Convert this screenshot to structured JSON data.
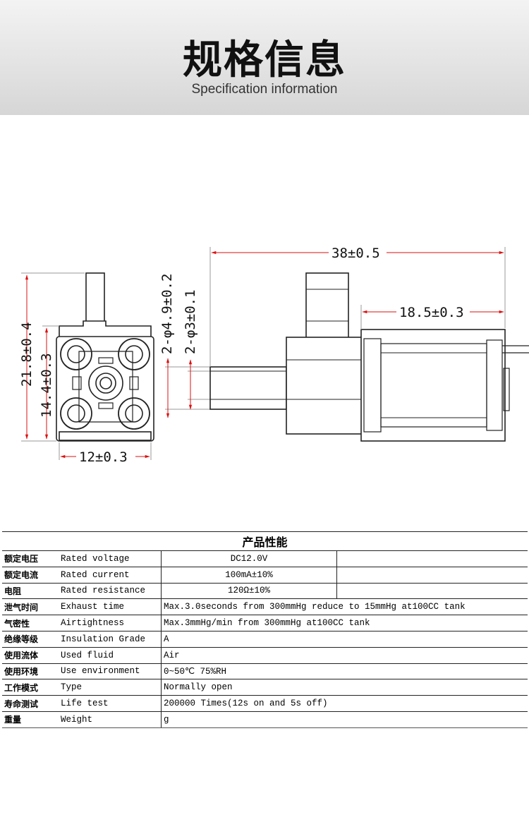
{
  "header": {
    "title": "规格信息",
    "subtitle": "Specification information"
  },
  "drawing": {
    "dim_height_total": "21.8±0.4",
    "dim_height_inner": "14.4±0.3",
    "dim_width": "12±0.3",
    "dim_port_outer": "2-φ4.9±0.2",
    "dim_port_inner": "2-φ3±0.1",
    "dim_length_total": "38±0.5",
    "dim_length_coil": "18.5±0.3"
  },
  "spec_table": {
    "title": "产品性能",
    "rows": [
      {
        "cn": "额定电压",
        "en": "Rated voltage",
        "value": "DC12.0V"
      },
      {
        "cn": "额定电流",
        "en": "Rated current",
        "value": "100mA±10%"
      },
      {
        "cn": "电阻",
        "en": "Rated resistance",
        "value": "120Ω±10%"
      },
      {
        "cn": "泄气时间",
        "en": "Exhaust time",
        "value": "Max.3.0seconds from 300mmHg reduce to 15mmHg at100CC tank"
      },
      {
        "cn": "气密性",
        "en": "Airtightness",
        "value": "Max.3mmHg/min from 300mmHg at100CC tank"
      },
      {
        "cn": "绝缘等级",
        "en": "Insulation Grade",
        "value": "A"
      },
      {
        "cn": "使用流体",
        "en": "Used fluid",
        "value": "Air"
      },
      {
        "cn": "使用环境",
        "en": "Use environment",
        "value": "0~50℃   75%RH"
      },
      {
        "cn": "工作模式",
        "en": "Type",
        "value": "Normally open"
      },
      {
        "cn": "寿命测试",
        "en": "Life test",
        "value": "200000 Times(12s on and 5s off)"
      },
      {
        "cn": "重量",
        "en": "Weight",
        "value": "g"
      }
    ]
  }
}
